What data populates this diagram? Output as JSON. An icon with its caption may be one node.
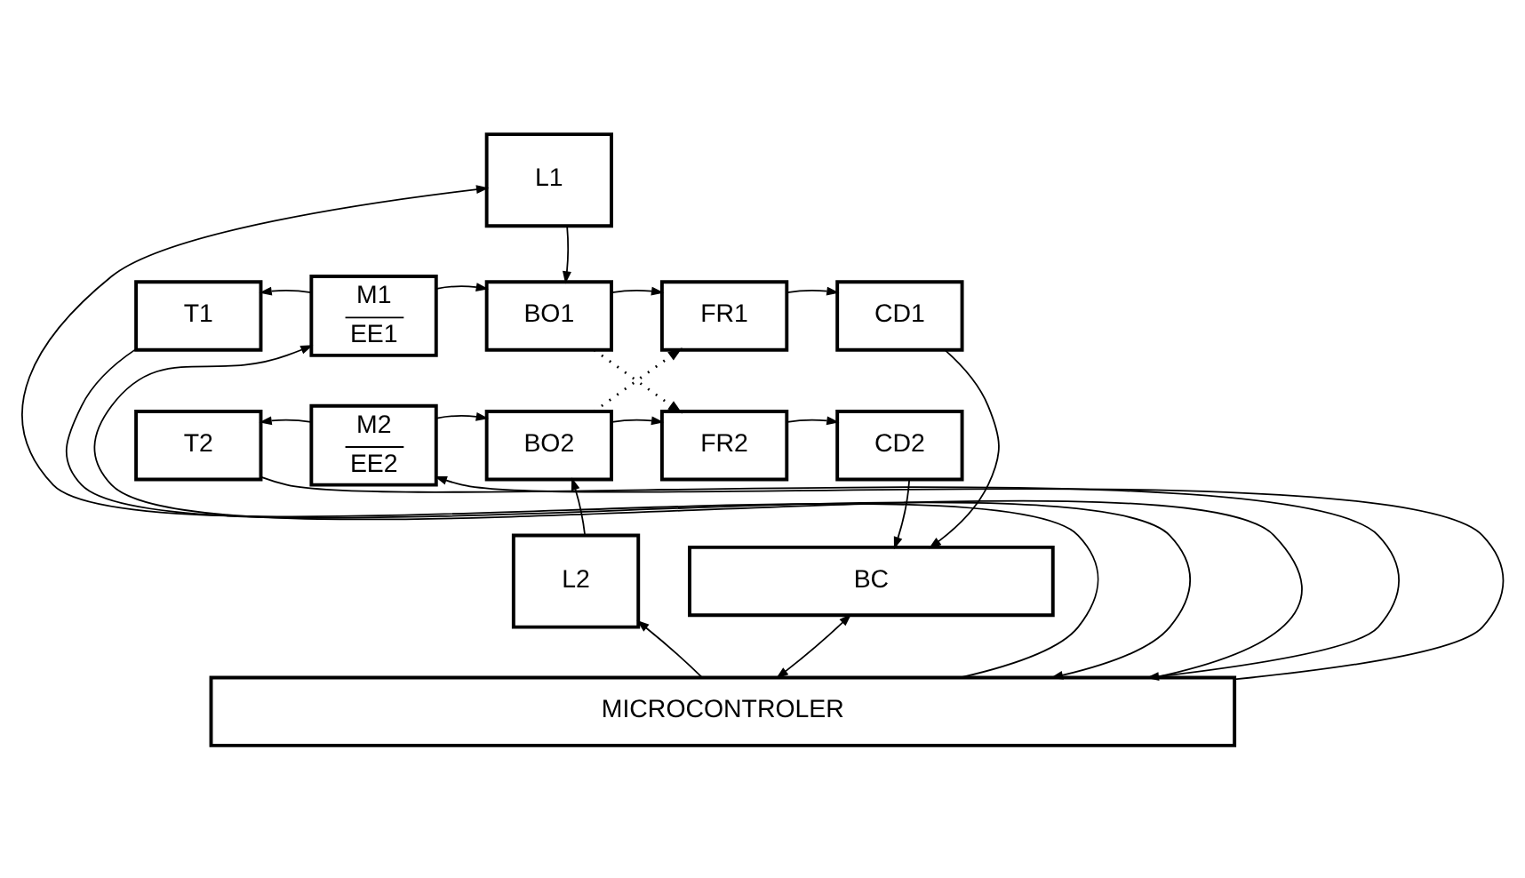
{
  "diagram": {
    "nodes": [
      {
        "text": [
          "L1"
        ]
      },
      {
        "text": [
          "T1"
        ]
      },
      {
        "text": [
          "M1",
          "EE1"
        ]
      },
      {
        "text": [
          "BO1"
        ]
      },
      {
        "text": [
          "FR1"
        ]
      },
      {
        "text": [
          "CD1"
        ]
      },
      {
        "text": [
          "T2"
        ]
      },
      {
        "text": [
          "M2",
          "EE2"
        ]
      },
      {
        "text": [
          "BO2"
        ]
      },
      {
        "text": [
          "FR2"
        ]
      },
      {
        "text": [
          "CD2"
        ]
      },
      {
        "text": [
          "BC"
        ]
      },
      {
        "text": [
          "L2"
        ]
      },
      {
        "text": [
          "MICROCONTROLER"
        ]
      }
    ],
    "edges": [
      {
        "from": 2,
        "to": 1,
        "arrow": "to"
      },
      {
        "from": 2,
        "to": 3,
        "arrow": "to"
      },
      {
        "from": 0,
        "to": 3,
        "arrow": "to"
      },
      {
        "from": 3,
        "to": 4,
        "arrow": "to"
      },
      {
        "from": 3,
        "to": 9,
        "arrow": "to",
        "style": "dashed"
      },
      {
        "from": 8,
        "to": 4,
        "arrow": "to",
        "style": "dashed"
      },
      {
        "from": 8,
        "to": 9,
        "arrow": "to"
      },
      {
        "from": 4,
        "to": 5,
        "arrow": "to"
      },
      {
        "from": 9,
        "to": 10,
        "arrow": "to"
      },
      {
        "from": 5,
        "to": 11,
        "arrow": "to"
      },
      {
        "from": 10,
        "to": 11,
        "arrow": "to"
      },
      {
        "from": 7,
        "to": 6,
        "arrow": "to"
      },
      {
        "from": 7,
        "to": 8,
        "arrow": "to"
      },
      {
        "from": 12,
        "to": 8,
        "arrow": "to"
      },
      {
        "from": 13,
        "to": 12,
        "arrow": "to"
      },
      {
        "from": 13,
        "to": 0,
        "arrow": "to"
      },
      {
        "from": 13,
        "to": 2,
        "arrow": "to"
      },
      {
        "from": 13,
        "to": 7,
        "arrow": "to"
      },
      {
        "from": 1,
        "to": 13,
        "arrow": "to"
      },
      {
        "from": 6,
        "to": 13,
        "arrow": "to"
      },
      {
        "from": 11,
        "to": 13,
        "arrow": "both"
      }
    ]
  }
}
